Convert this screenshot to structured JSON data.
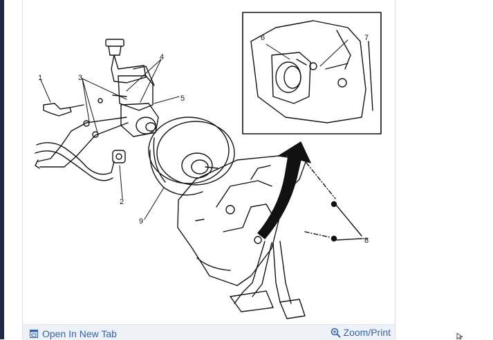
{
  "callouts": {
    "c1": "1",
    "c2": "2",
    "c3": "3",
    "c4": "4",
    "c5": "5",
    "c6": "6",
    "c7": "7",
    "c8": "8",
    "c9": "9"
  },
  "footer": {
    "open_tab_label": "Open In New Tab",
    "zoom_label": "Zoom/Print"
  },
  "icons": {
    "open_tab": "open-new-tab-icon",
    "zoom": "magnifier-plus-icon"
  },
  "colors": {
    "link": "#2f64c0",
    "footer_bg": "#eef2f6",
    "left_strip": "#1f2a44",
    "line": "#111111"
  }
}
